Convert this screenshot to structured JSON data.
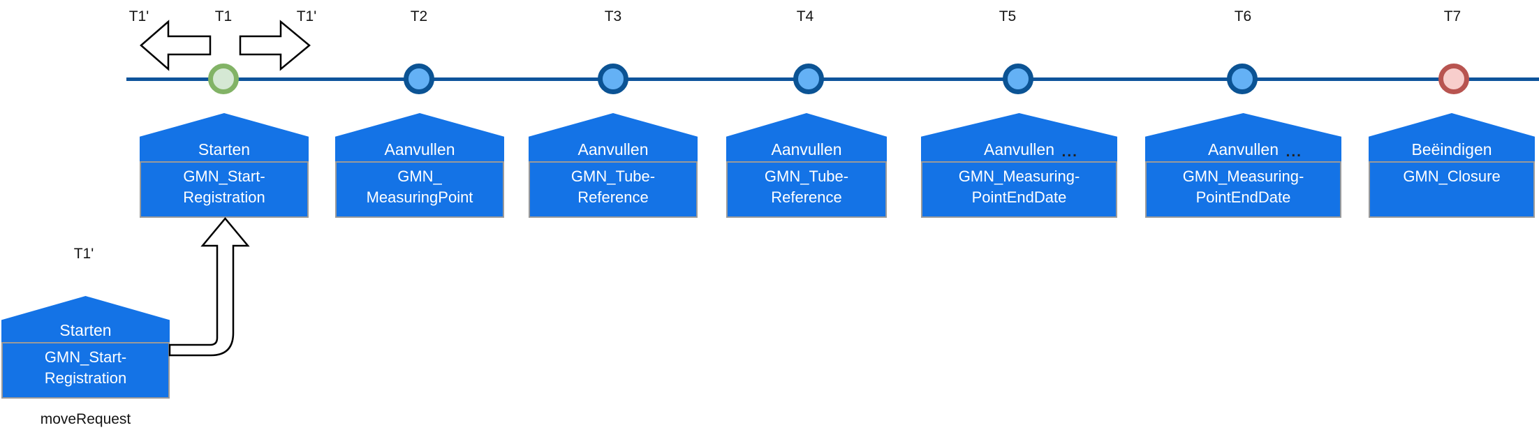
{
  "diagram": {
    "description": "Timeline of registration events",
    "colors": {
      "timeline": "#0e549b",
      "event_box_fill": "#1473e6",
      "event_box_border": "#9a9a9a",
      "start_node_fill": "#d5e8d4",
      "start_node_stroke": "#82b366",
      "intermediate_node_fill": "#64b1f5",
      "intermediate_node_stroke": "#0b5394",
      "end_node_fill": "#f8cecc",
      "end_node_stroke": "#b85450",
      "text_on_box": "#ffffff",
      "label_text": "#141414"
    },
    "move_labels": {
      "left": "T1'",
      "right": "T1'"
    },
    "nodes": [
      {
        "label": "T1",
        "kind": "start-event"
      },
      {
        "label": "T2",
        "kind": "intermediate-event"
      },
      {
        "label": "T3",
        "kind": "intermediate-event"
      },
      {
        "label": "T4",
        "kind": "intermediate-event"
      },
      {
        "label": "T5",
        "kind": "intermediate-event"
      },
      {
        "label": "T6",
        "kind": "intermediate-event"
      },
      {
        "label": "T7",
        "kind": "end-event"
      }
    ],
    "events": [
      {
        "header": "Starten",
        "line1": "GMN_Start-",
        "line2": "Registration"
      },
      {
        "header": "Aanvullen",
        "line1": "GMN_",
        "line2": "MeasuringPoint"
      },
      {
        "header": "Aanvullen",
        "line1": "GMN_Tube-",
        "line2": "Reference"
      },
      {
        "header": "Aanvullen",
        "line1": "GMN_Tube-",
        "line2": "Reference"
      },
      {
        "header": "Aanvullen",
        "ellipsis": "...",
        "line1": "GMN_Measuring-",
        "line2": "PointEndDate"
      },
      {
        "header": "Aanvullen",
        "ellipsis": "...",
        "line1": "GMN_Measuring-",
        "line2": "PointEndDate"
      },
      {
        "header": "Beëindigen",
        "line1": "GMN_Closure"
      }
    ],
    "move_request": {
      "label": "T1'",
      "header": "Starten",
      "line1": "GMN_Start-",
      "line2": "Registration",
      "caption": "moveRequest"
    }
  }
}
